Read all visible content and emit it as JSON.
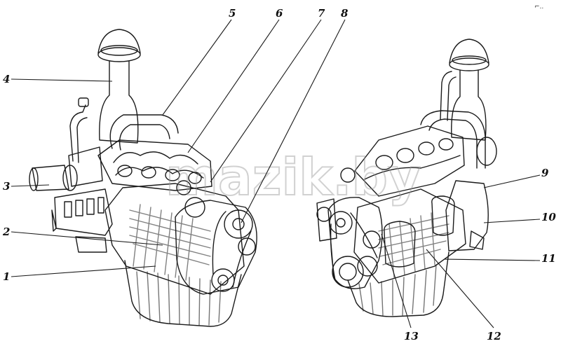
{
  "figure": {
    "corner_mark": "⌐..",
    "watermark": "mazik.by",
    "left_view_callouts": [
      {
        "id": "1",
        "text": "1"
      },
      {
        "id": "2",
        "text": "2"
      },
      {
        "id": "3",
        "text": "3"
      },
      {
        "id": "4",
        "text": "4"
      },
      {
        "id": "5",
        "text": "5"
      },
      {
        "id": "6",
        "text": "6"
      },
      {
        "id": "7",
        "text": "7"
      },
      {
        "id": "8",
        "text": "8"
      }
    ],
    "right_view_callouts": [
      {
        "id": "9",
        "text": "9"
      },
      {
        "id": "10",
        "text": "10"
      },
      {
        "id": "11",
        "text": "11"
      },
      {
        "id": "12",
        "text": "12"
      },
      {
        "id": "13",
        "text": "13"
      }
    ]
  }
}
